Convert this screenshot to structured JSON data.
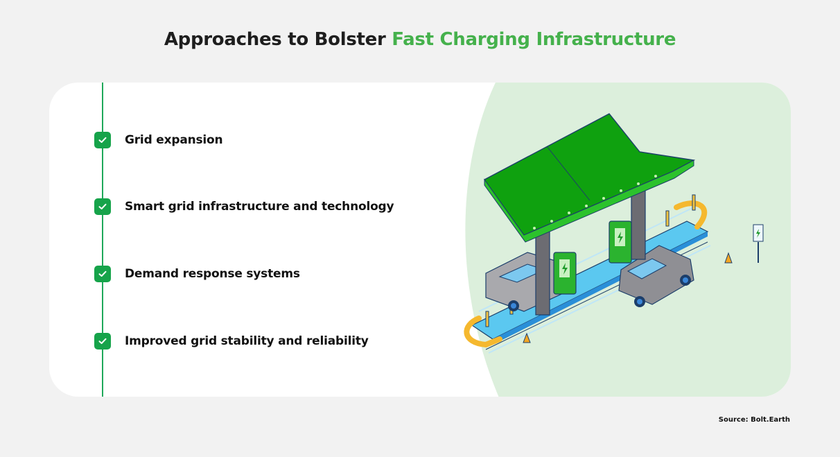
{
  "header": {
    "title_prefix": "Approaches to Bolster ",
    "title_accent": "Fast Charging Infrastructure"
  },
  "colors": {
    "accent": "#45b14c",
    "check": "#16a34a",
    "panel_bg": "#dcefdc",
    "page_bg": "#f2f2f2"
  },
  "list": {
    "items": [
      {
        "label": "Grid expansion",
        "icon": "checkmark-icon"
      },
      {
        "label": "Smart grid infrastructure and technology",
        "icon": "checkmark-icon"
      },
      {
        "label": "Demand response systems",
        "icon": "checkmark-icon"
      },
      {
        "label": "Improved grid stability and reliability",
        "icon": "checkmark-icon"
      }
    ]
  },
  "illustration": {
    "subject": "EV fast charging station with canopy, two chargers, two cars"
  },
  "footer": {
    "source": "Source: Bolt.Earth"
  }
}
